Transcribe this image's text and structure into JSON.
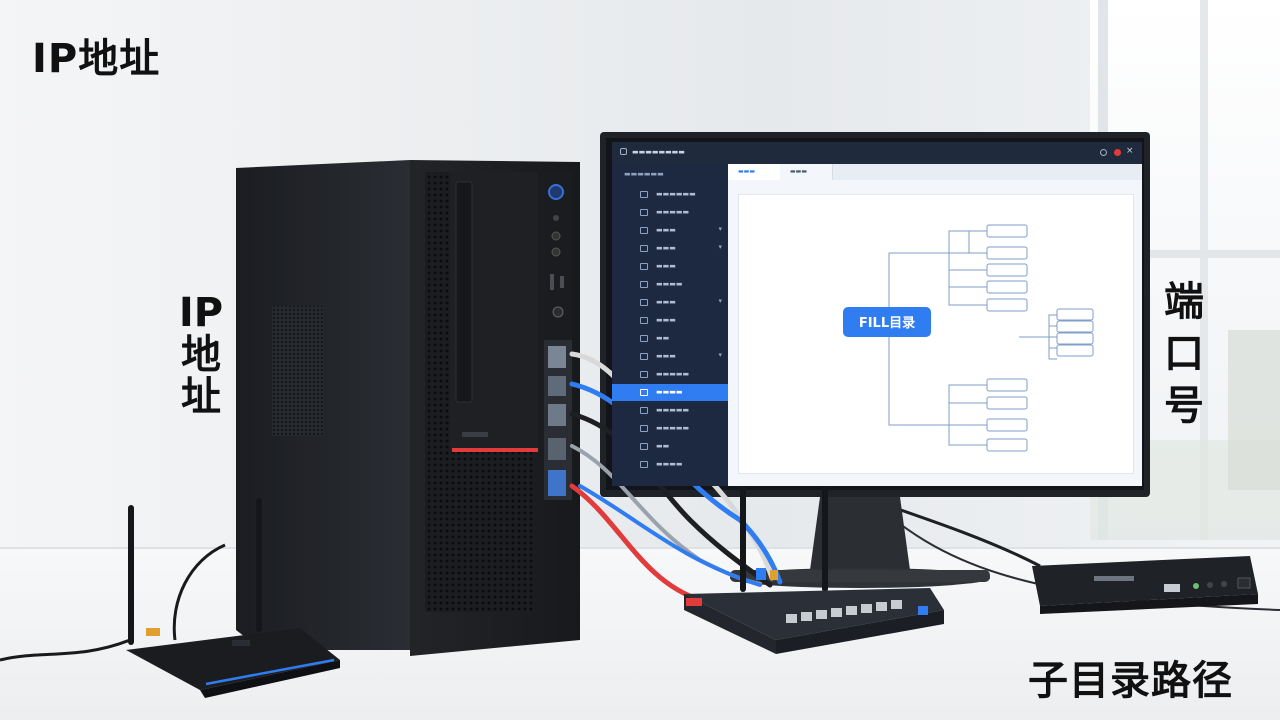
{
  "overlay": {
    "top_left_caption": "IP地址",
    "vertical_left_caption": "IP地址",
    "vertical_right_caption": "端口号",
    "bottom_right_caption": "子目录路径"
  },
  "screen": {
    "root_node_label": "FILL目录"
  },
  "icons": [
    "wifi-router",
    "network-switch",
    "desktop-tower",
    "monitor",
    "network-appliance",
    "ethernet-cable"
  ],
  "colors": {
    "cable_blue": "#2f7df0",
    "cable_red": "#e23b3b",
    "accent": "#2f7df0"
  }
}
